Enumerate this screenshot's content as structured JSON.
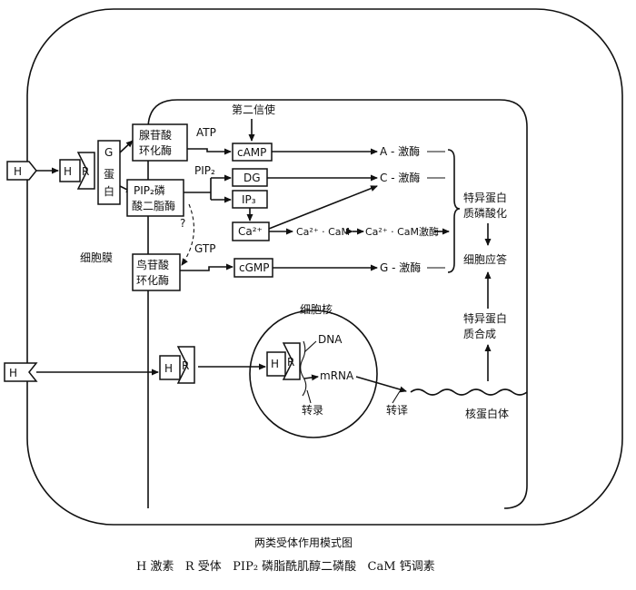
{
  "labels": {
    "h_outer_top": "H",
    "h_receptor_top": "H",
    "r_receptor_top": "R",
    "g_protein": [
      "G",
      "蛋",
      "白"
    ],
    "membrane": "细胞膜",
    "adenylate_cyclase": [
      "腺苷酸",
      "环化酶"
    ],
    "plc": [
      "PIP₂磷",
      "酸二脂酶"
    ],
    "guanylate_cyclase": [
      "鸟苷酸",
      "环化酶"
    ],
    "question": "?",
    "second_messenger": "第二信使",
    "atp": "ATP",
    "camp": "cAMP",
    "pip2": "PIP₂",
    "dg": "DG",
    "ip3": "IP₃",
    "ca": "Ca²⁺",
    "gtp": "GTP",
    "cgmp": "cGMP",
    "ca_cam": "Ca²⁺ · CaM",
    "ca_cam_enzyme": "Ca²⁺ · CaM激酶",
    "a_kinase": "A - 激酶",
    "c_kinase": "C - 激酶",
    "g_kinase": "G - 激酶",
    "phospho": [
      "特异蛋白",
      "质磷酸化"
    ],
    "response": "细胞应答",
    "synthesis": [
      "特异蛋白",
      "质合成"
    ],
    "nucleus": "细胞核",
    "dna": "DNA",
    "mrna": "mRNA",
    "transcription": "转录",
    "translation": "转译",
    "ribosome": "核蛋白体",
    "h_outer_bottom": "H",
    "h_receptor_mid": "H",
    "r_receptor_mid": "R",
    "h_receptor_nuc": "H",
    "r_receptor_nuc": "R"
  },
  "caption": {
    "title": "两类受体作用模式图",
    "legend": "H 激素   R 受体   PIP₂ 磷脂酰肌醇二磷酸   CaM 钙调素"
  }
}
